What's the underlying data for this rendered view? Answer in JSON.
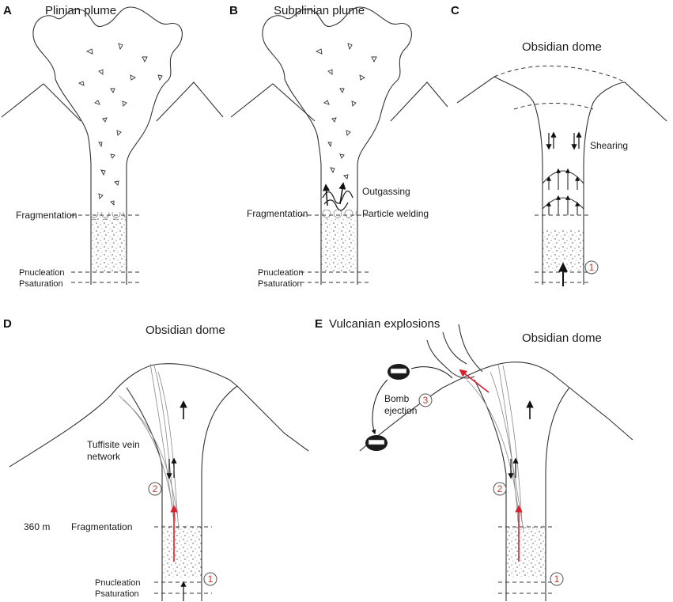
{
  "panels": {
    "A": {
      "letter": "A",
      "title": "Plinian plume",
      "fragmentation": "Fragmentation",
      "p_nucleation": "Pnucleation",
      "p_saturation": "Psaturation"
    },
    "B": {
      "letter": "B",
      "title": "Subplinian plume",
      "fragmentation": "Fragmentation",
      "outgassing": "Outgassing",
      "particle_welding": "Particle welding",
      "p_nucleation": "Pnucleation",
      "p_saturation": "Psaturation"
    },
    "C": {
      "letter": "C",
      "title": "Obsidian dome",
      "shearing": "Shearing",
      "marker": "1"
    },
    "D": {
      "letter": "D",
      "title": "Obsidian dome",
      "tuffisite_1": "Tuffisite vein",
      "tuffisite_2": "network",
      "depth": "360 m",
      "fragmentation": "Fragmentation",
      "p_nucleation": "Pnucleation",
      "p_saturation": "Psaturation",
      "marker_2": "2",
      "marker_1": "1"
    },
    "E": {
      "letter": "E",
      "title_explosions": "Vulcanian explosions",
      "title_dome": "Obsidian dome",
      "bomb_1": "Bomb",
      "bomb_2": "ejection",
      "marker_3": "3",
      "marker_2": "2",
      "marker_1": "1"
    }
  },
  "colors": {
    "line": "#333333",
    "arrow_red": "#d6202a",
    "marker_text": "#c0392b"
  }
}
